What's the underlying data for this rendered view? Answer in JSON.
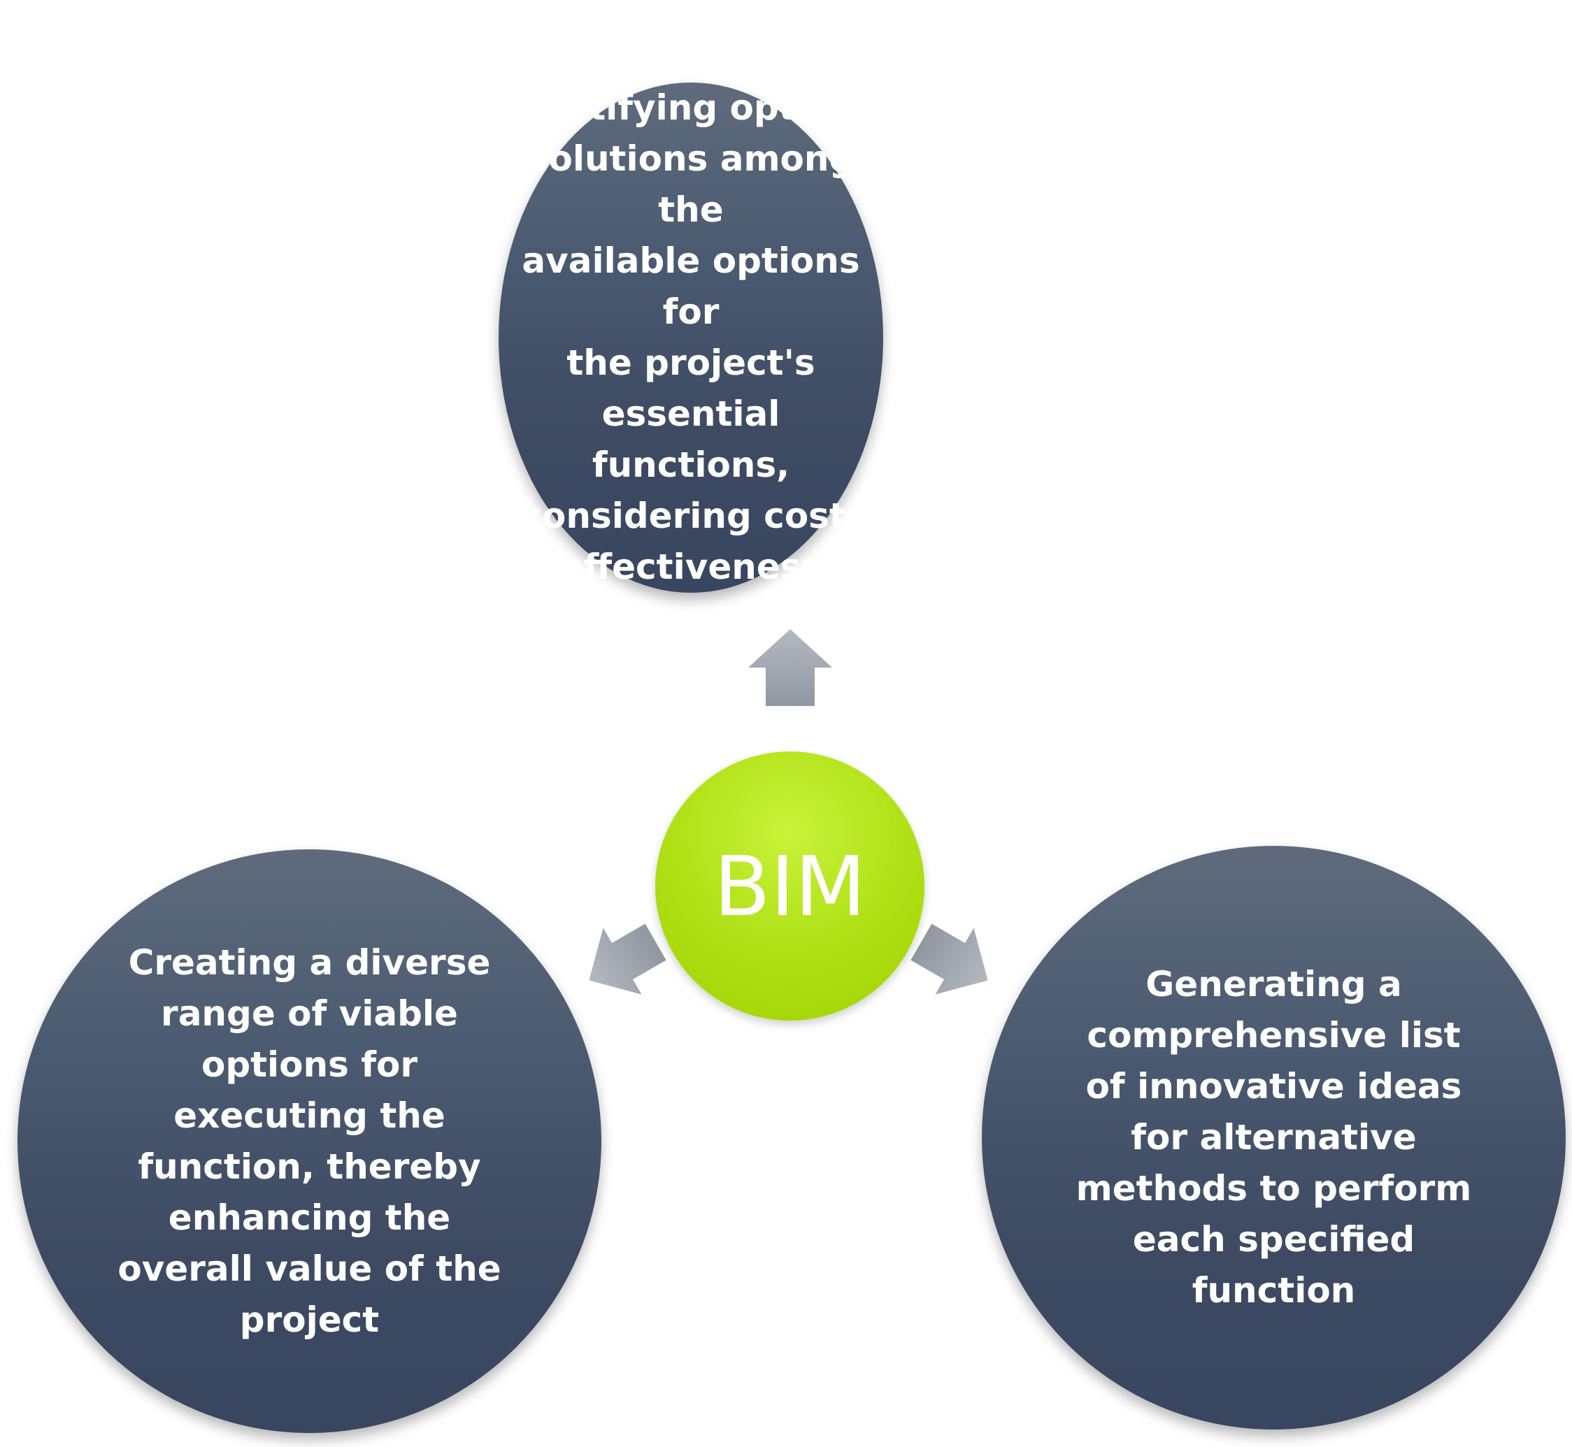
{
  "center": {
    "label": "BIM"
  },
  "nodes": {
    "top": "Identifying optimal\nsolutions among the\navailable options for\nthe project's\nessential functions,\nconsidering cost-\neffectiveness",
    "left": "Creating a diverse\nrange of viable\noptions for\nexecuting the\nfunction, thereby\nenhancing the\noverall value of the\nproject",
    "right": "Generating a\ncomprehensive list\nof innovative ideas\nfor alternative\nmethods to perform\neach specified\nfunction"
  },
  "colors": {
    "node_fill": "#46556c",
    "center_fill": "#aadd10",
    "arrow_fill": "#a3a9b1"
  }
}
